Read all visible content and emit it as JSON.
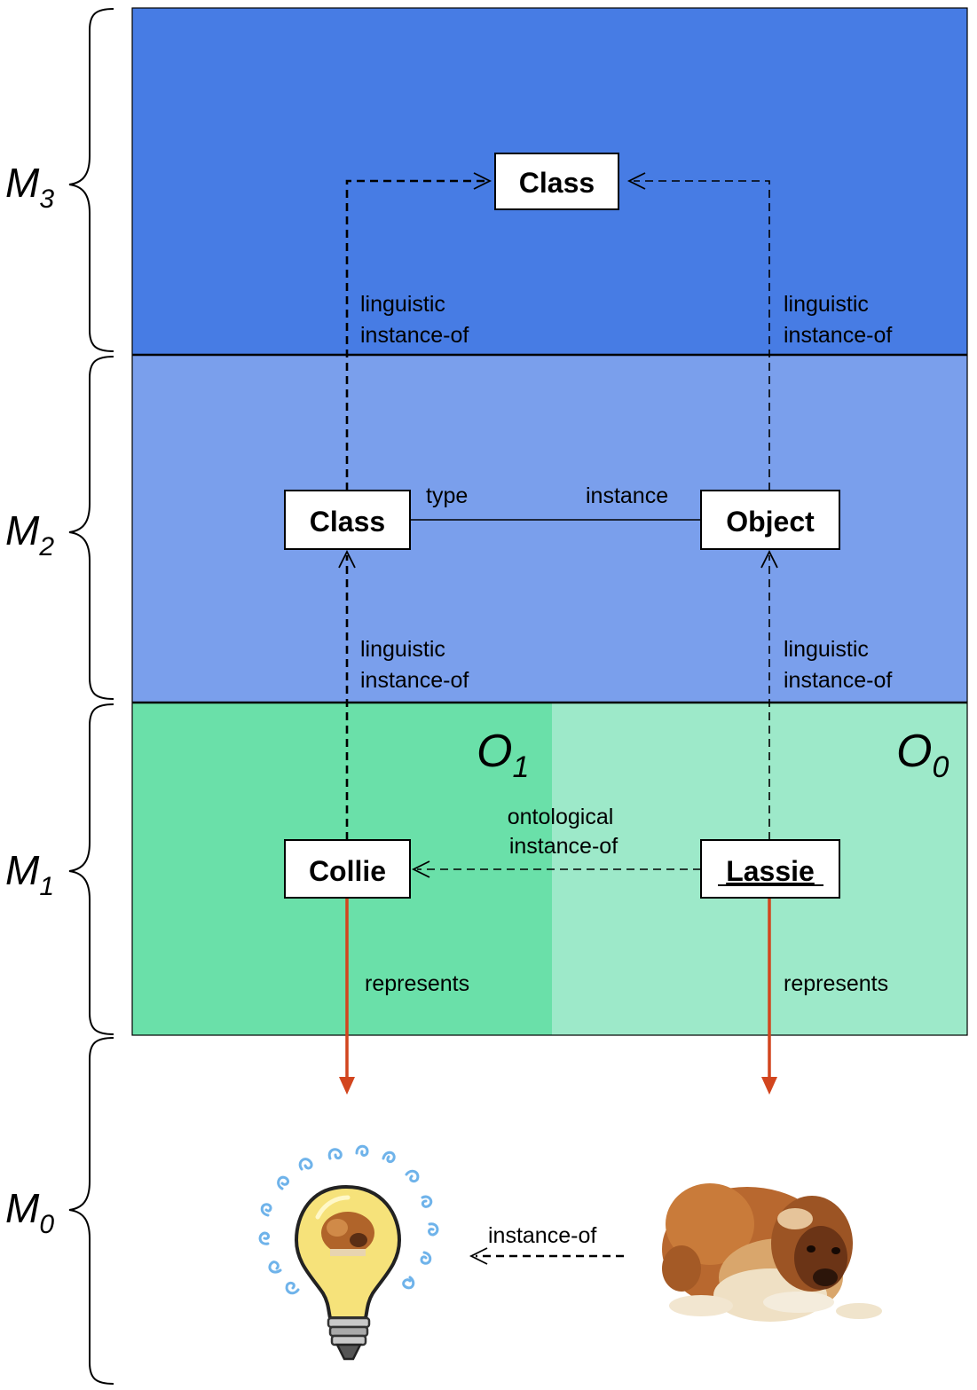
{
  "levels": {
    "m3": {
      "base": "M",
      "sub": "3"
    },
    "m2": {
      "base": "M",
      "sub": "2"
    },
    "m1": {
      "base": "M",
      "sub": "1"
    },
    "m0": {
      "base": "M",
      "sub": "0"
    }
  },
  "regions": {
    "o1": {
      "base": "O",
      "sub": "1"
    },
    "o0": {
      "base": "O",
      "sub": "0"
    }
  },
  "colors": {
    "m3_band": "#477ce4",
    "m2_band": "#7a9fec",
    "o1_band": "#6ae0a9",
    "o0_band": "#9de9c9",
    "represents_arrow": "#d2451e"
  },
  "nodes": {
    "m3_class": "Class",
    "m2_class": "Class",
    "m2_object": "Object",
    "collie": "Collie",
    "lassie": "Lassie"
  },
  "edge_labels": {
    "ling_instance_of_left_top": [
      "linguistic",
      "instance-of"
    ],
    "ling_instance_of_right_top": [
      "linguistic",
      "instance-of"
    ],
    "ling_instance_of_left_mid": [
      "linguistic",
      "instance-of"
    ],
    "ling_instance_of_right_mid": [
      "linguistic",
      "instance-of"
    ],
    "type": "type",
    "instance": "instance",
    "ontological_instance_of": [
      "ontological",
      "instance-of"
    ],
    "represents_left": "represents",
    "represents_right": "represents",
    "instance_of_m0": "instance-of"
  },
  "images": {
    "lightbulb": "lightbulb-concept-icon",
    "dog": "collie-dog-photo"
  }
}
